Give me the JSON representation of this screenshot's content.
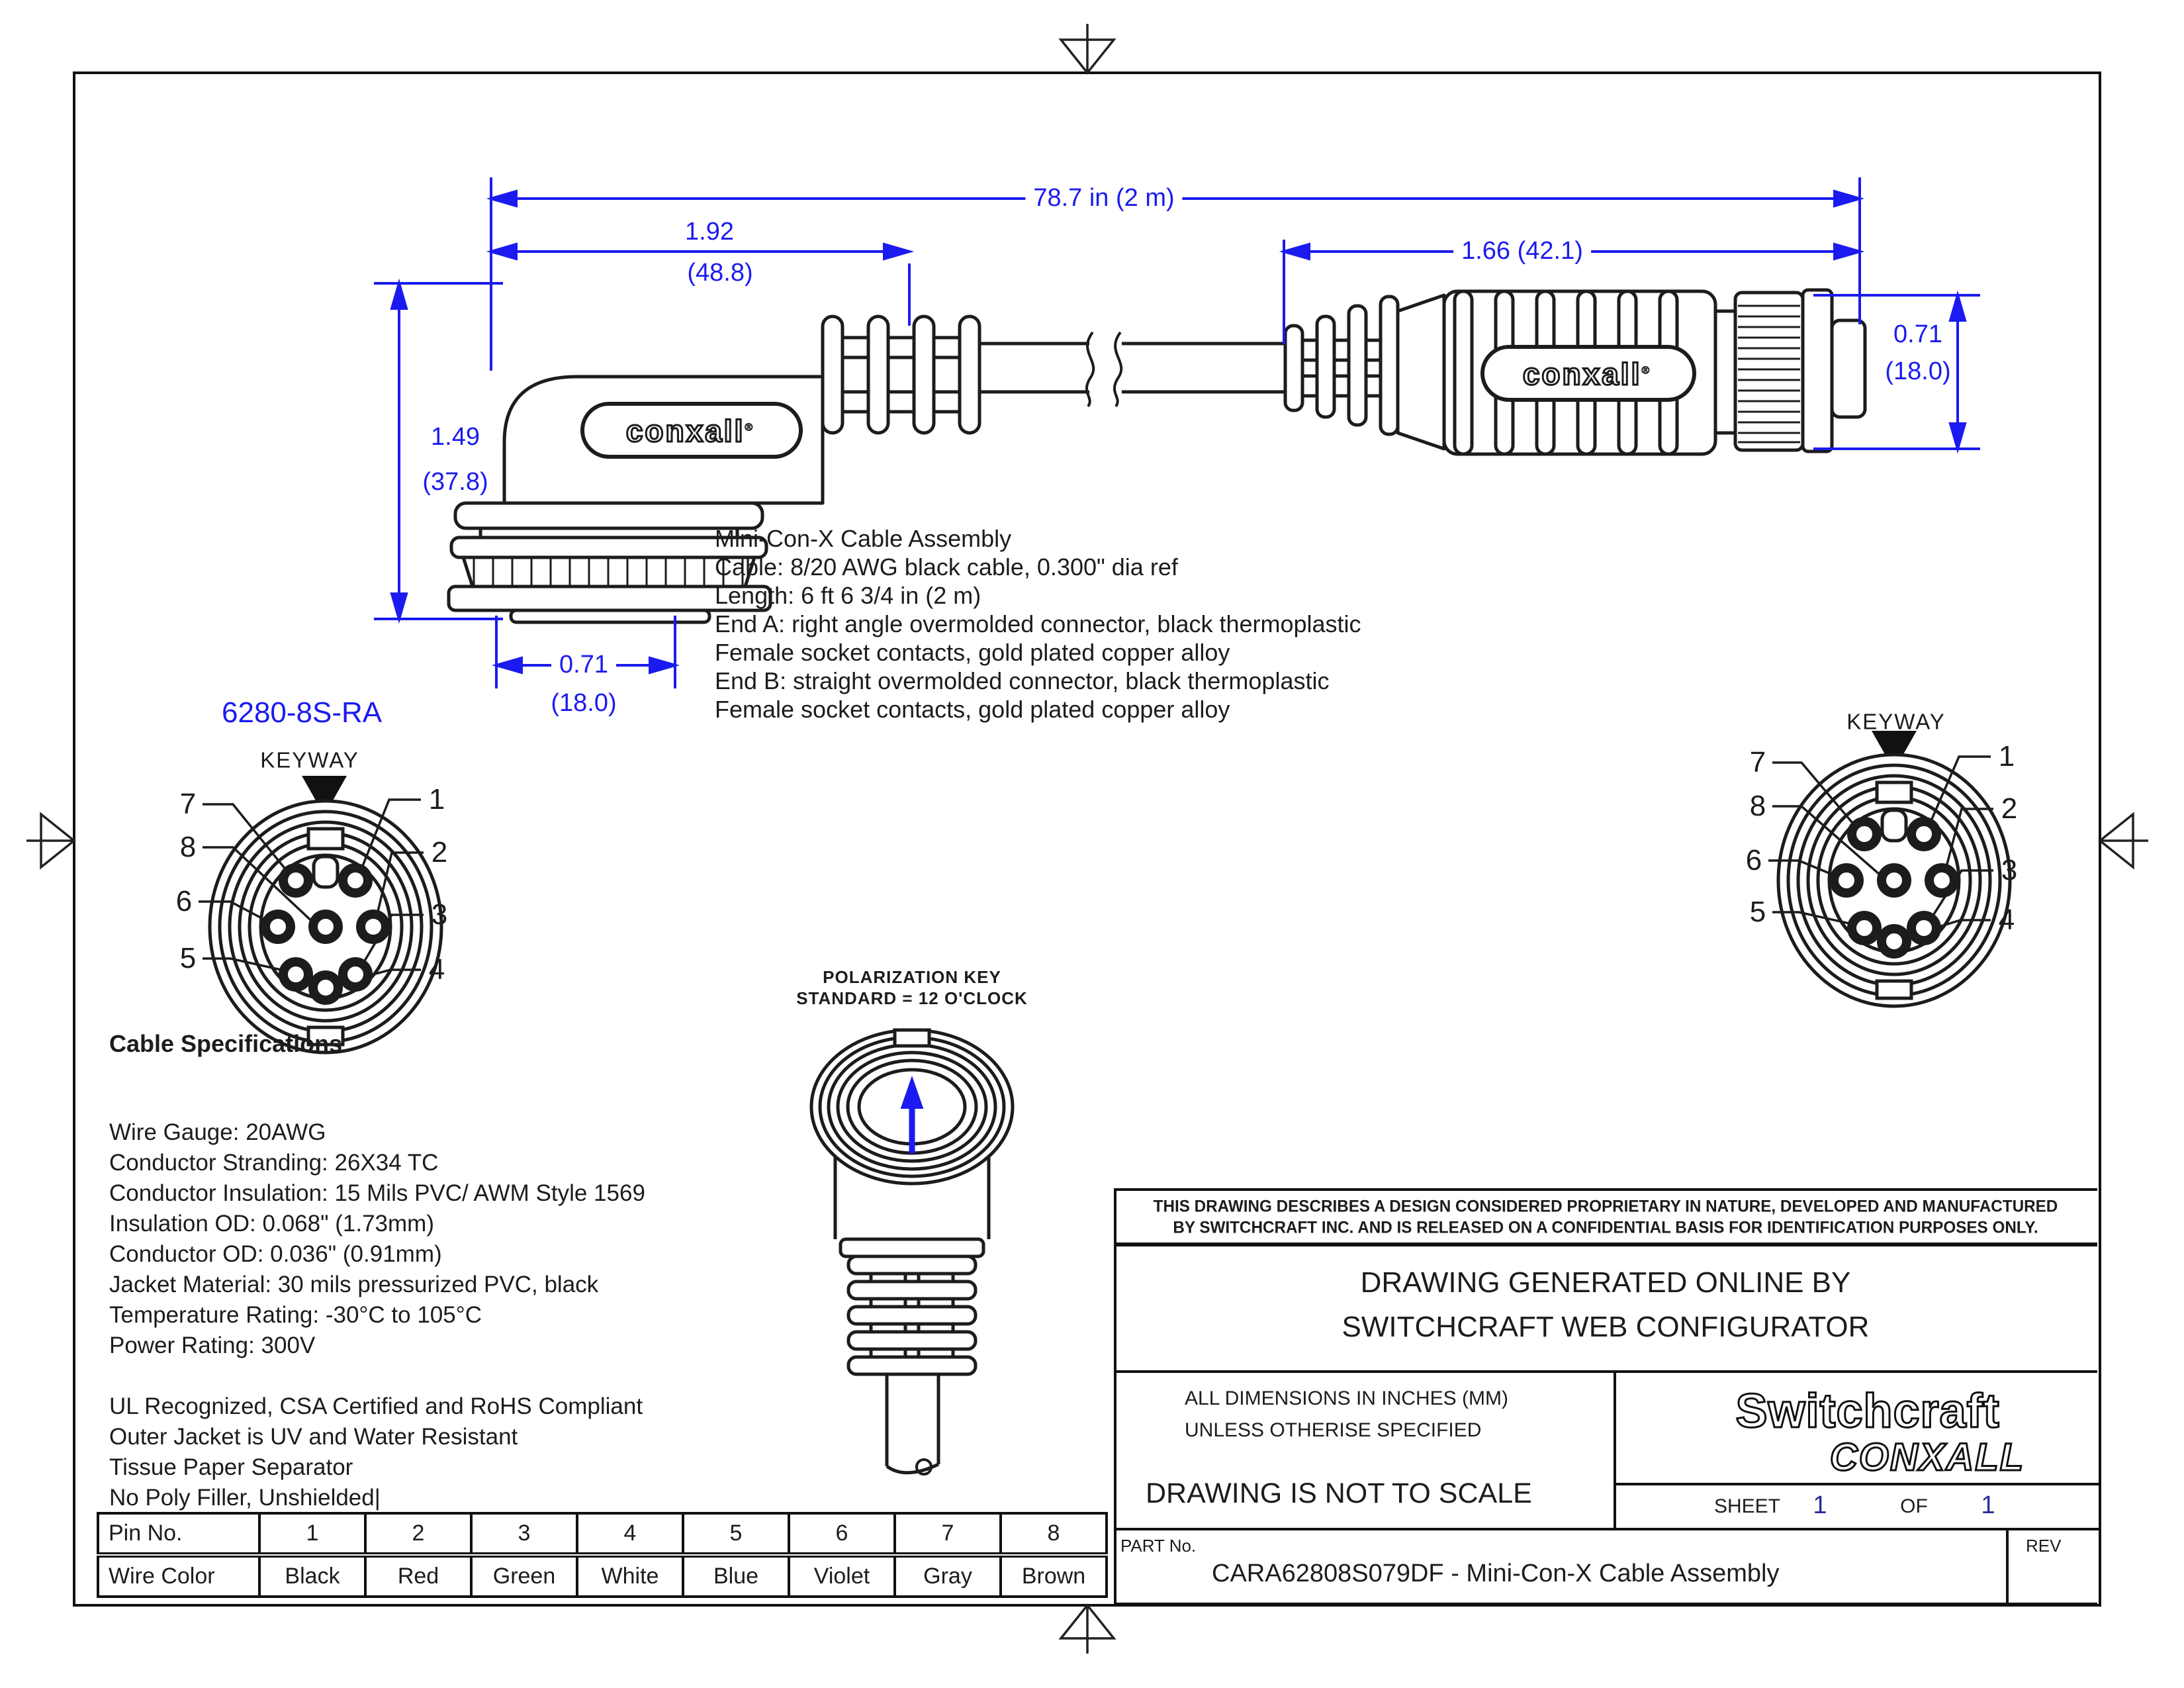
{
  "colors": {
    "annotation_blue": "#1b1bef",
    "line_black": "#1c1c1c"
  },
  "drawing": {
    "dims": {
      "overall": "78.7 in (2 m)",
      "end_a_length_in": "1.92",
      "end_a_length_mm": "(48.8)",
      "end_a_height_in": "1.49",
      "end_a_height_mm": "(37.8)",
      "end_a_dia_in": "0.71",
      "end_a_dia_mm": "(18.0)",
      "end_b_length": "1.66 (42.1)",
      "end_b_dia_in": "0.71",
      "end_b_dia_mm": "(18.0)"
    },
    "logo_text": "conxall",
    "logo_reg": "®",
    "connector_part_number": "6280-8S-RA",
    "keyway_label": "KEYWAY",
    "pin_labels_left": [
      "7",
      "8",
      "6",
      "5"
    ],
    "pin_labels_right": [
      "1",
      "2",
      "3",
      "4"
    ],
    "polarization": {
      "line1": "POLARIZATION KEY",
      "line2": "STANDARD = 12 O'CLOCK"
    }
  },
  "description": {
    "lines": [
      "Mini-Con-X Cable Assembly",
      "Cable: 8/20 AWG black cable, 0.300\" dia ref",
      "Length: 6 ft 6 3/4 in (2 m)",
      "End A: right angle overmolded connector, black thermoplastic",
      "Female socket contacts, gold plated copper alloy",
      "End B: straight overmolded connector, black thermoplastic",
      "Female socket contacts, gold plated copper alloy"
    ]
  },
  "specs": {
    "title": "Cable Specifications",
    "lines": [
      "Wire Gauge: 20AWG",
      "Conductor Stranding: 26X34 TC",
      "Conductor Insulation: 15 Mils PVC/ AWM Style 1569",
      "Insulation OD: 0.068\" (1.73mm)",
      "Conductor OD: 0.036\" (0.91mm)",
      "Jacket Material: 30 mils pressurized PVC, black",
      "Temperature Rating: -30°C to 105°C",
      "Power Rating: 300V"
    ],
    "notes": [
      "UL Recognized, CSA Certified and RoHS Compliant",
      "Outer Jacket is UV and Water Resistant",
      "Tissue Paper Separator",
      "No Poly Filler, Unshielded"
    ],
    "cursor": "|"
  },
  "title_block": {
    "proprietary_line1": "THIS DRAWING DESCRIBES A DESIGN CONSIDERED PROPRIETARY IN NATURE, DEVELOPED AND MANUFACTURED",
    "proprietary_line2": "BY SWITCHCRAFT INC. AND IS RELEASED ON A CONFIDENTIAL BASIS FOR IDENTIFICATION PURPOSES ONLY.",
    "generated_line1": "DRAWING GENERATED ONLINE BY",
    "generated_line2": "SWITCHCRAFT WEB CONFIGURATOR",
    "all_dims_line1": "ALL DIMENSIONS IN INCHES (MM)",
    "all_dims_line2": "UNLESS OTHERISE SPECIFIED",
    "not_to_scale": "DRAWING IS NOT TO SCALE",
    "brand_switchcraft": "Switchcraft",
    "brand_conxall": "CONXALL",
    "sheet_label": "SHEET",
    "sheet_number": "1",
    "of_label": "OF",
    "of_number": "1",
    "part_no_label": "PART No.",
    "part_number": "CARA62808S079DF - Mini-Con-X Cable Assembly",
    "rev_label": "REV"
  },
  "wire_table": {
    "header_label": "Pin No.",
    "row2_label": "Wire Color",
    "pins": [
      "1",
      "2",
      "3",
      "4",
      "5",
      "6",
      "7",
      "8"
    ],
    "colors": [
      "Black",
      "Red",
      "Green",
      "White",
      "Blue",
      "Violet",
      "Gray",
      "Brown"
    ]
  }
}
